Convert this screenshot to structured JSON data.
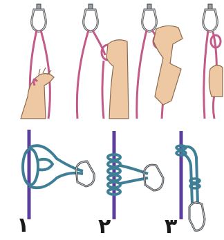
{
  "steps": {
    "labels": [
      "١",
      "٢",
      "٣"
    ]
  },
  "colors": {
    "rope_top": "#c25b8a",
    "rope_purple": "#5b3f9a",
    "knot_teal": "#3f7f95",
    "carabiner": "#8b8f94",
    "skin": "#eec8a2",
    "anchor": "#9aa0a6"
  }
}
